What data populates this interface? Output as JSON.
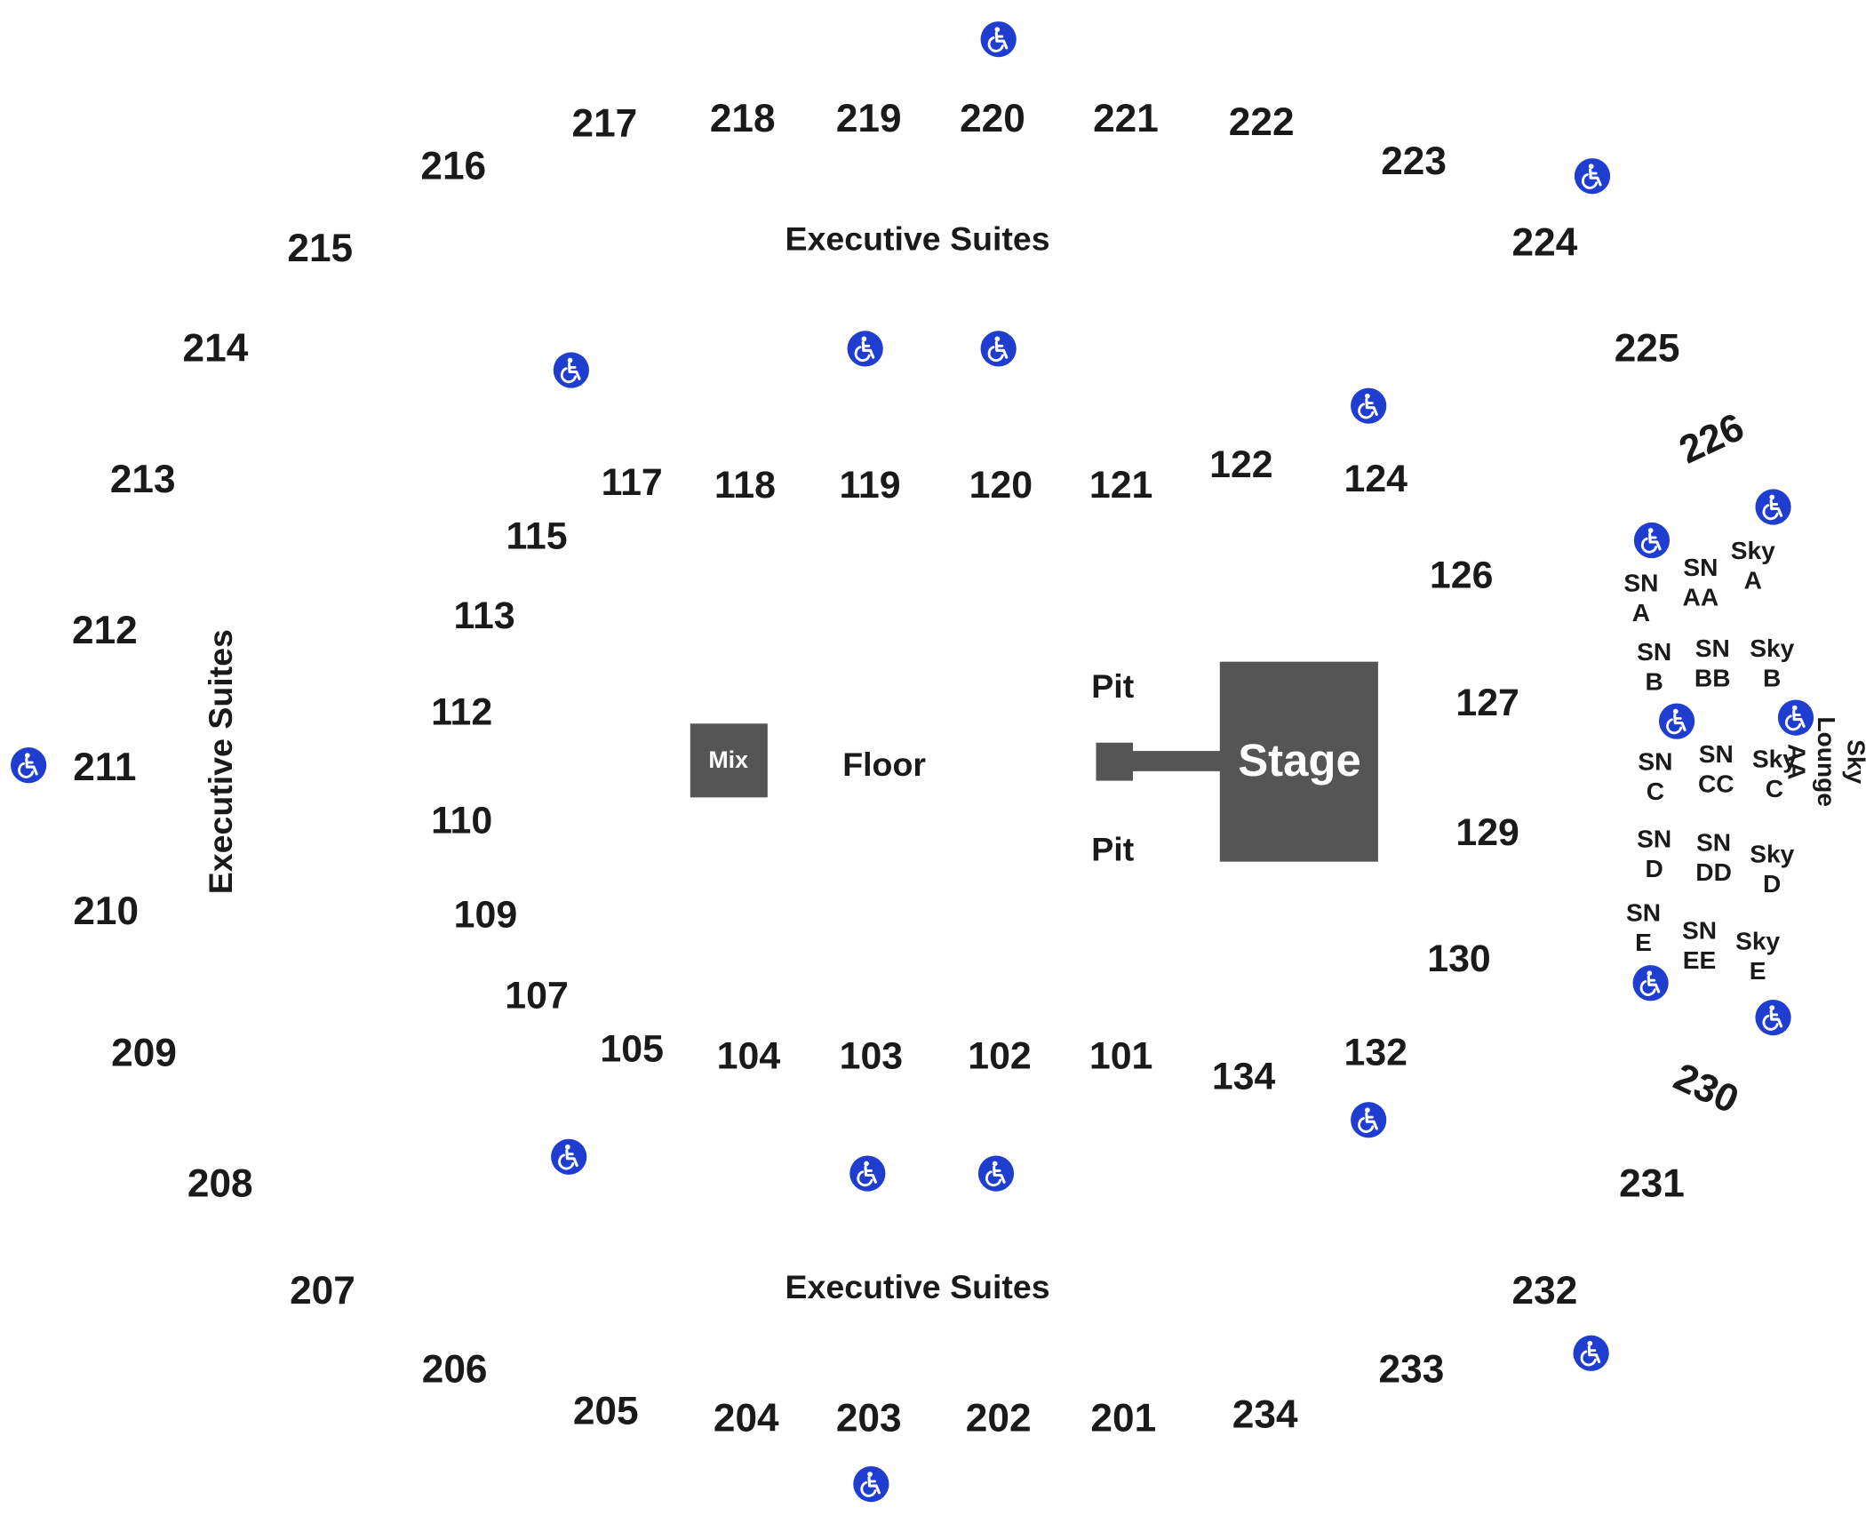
{
  "upper_sections": {
    "s201": "201",
    "s202": "202",
    "s203": "203",
    "s204": "204",
    "s205": "205",
    "s206": "206",
    "s207": "207",
    "s208": "208",
    "s209": "209",
    "s210": "210",
    "s211": "211",
    "s212": "212",
    "s213": "213",
    "s214": "214",
    "s215": "215",
    "s216": "216",
    "s217": "217",
    "s218": "218",
    "s219": "219",
    "s220": "220",
    "s221": "221",
    "s222": "222",
    "s223": "223",
    "s224": "224",
    "s225": "225",
    "s226": "226",
    "s230": "230",
    "s231": "231",
    "s232": "232",
    "s233": "233",
    "s234": "234"
  },
  "lower_sections": {
    "s101": "101",
    "s102": "102",
    "s103": "103",
    "s104": "104",
    "s105": "105",
    "s107": "107",
    "s109": "109",
    "s110": "110",
    "s112": "112",
    "s113": "113",
    "s115": "115",
    "s117": "117",
    "s118": "118",
    "s119": "119",
    "s120": "120",
    "s121": "121",
    "s122": "122",
    "s124": "124",
    "s126": "126",
    "s127": "127",
    "s129": "129",
    "s130": "130",
    "s132": "132",
    "s134": "134"
  },
  "areas": {
    "executive_suites": "Executive Suites",
    "floor": "Floor",
    "pit": "Pit",
    "mix": "Mix",
    "stage": "Stage",
    "sky_lounge": "Sky Lounge AA"
  },
  "suites": {
    "sn_a": "SN\nA",
    "sn_aa": "SN\nAA",
    "sky_a": "Sky\nA",
    "sn_b": "SN\nB",
    "sn_bb": "SN\nBB",
    "sky_b": "Sky\nB",
    "sn_c": "SN\nC",
    "sn_cc": "SN\nCC",
    "sky_c": "Sky\nC",
    "sn_d": "SN\nD",
    "sn_dd": "SN\nDD",
    "sky_d": "Sky\nD",
    "sn_e": "SN\nE",
    "sn_ee": "SN\nEE",
    "sky_e": "Sky\nE"
  },
  "colors": {
    "accessible_icon": "#1f3ed0",
    "stage_fill": "#555555",
    "label_text": "#1a1a1a"
  },
  "icons": {
    "accessible": "wheelchair-icon"
  }
}
